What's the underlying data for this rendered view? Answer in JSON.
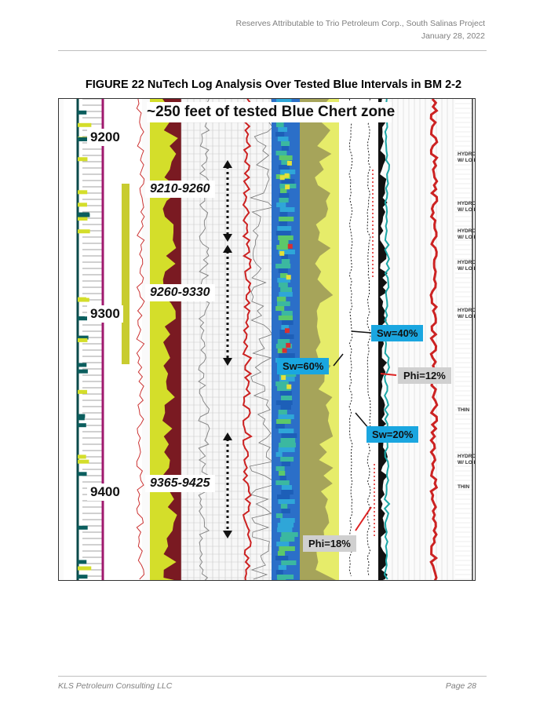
{
  "header": {
    "line1": "Reserves Attributable to Trio Petroleum Corp., South Salinas Project",
    "line2": "January 28, 2022"
  },
  "figure": {
    "title": "FIGURE 22 NuTech Log Analysis Over Tested Blue Intervals in BM 2-2",
    "banner": "~250 feet of tested Blue Chert zone",
    "depths": [
      "9200",
      "9300",
      "9400"
    ],
    "intervals": [
      "9210-9260",
      "9260-9330",
      "9365-9425"
    ],
    "callouts": {
      "sw40": "Sw=40%",
      "sw60": "Sw=60%",
      "sw20": "Sw=20%",
      "phi12": "Phi=12%",
      "phi18": "Phi=18%"
    },
    "track_notes": [
      {
        "l1": "HYDROCARB",
        "l2": "W/ LO PERM"
      },
      {
        "l1": "HYDROCARB",
        "l2": "W/ LO PERM"
      },
      {
        "l1": "HYDROCARB",
        "l2": "W/ LO PERM"
      },
      {
        "l1": "HYDROCARB",
        "l2": "W/ LO PERM"
      },
      {
        "l1": "HYDROCARB",
        "l2": "W/ LO PERM"
      },
      {
        "l1": "THIN",
        "l2": ""
      },
      {
        "l1": "HYDROCARB",
        "l2": "W/ LO PERM"
      },
      {
        "l1": "THIN",
        "l2": ""
      }
    ],
    "colors": {
      "sw_box": "#1aa6e0",
      "phi_box": "#d0d0d0",
      "yellow": "#d4de2a",
      "maroon": "#7a1a22",
      "red": "#d41f2c"
    }
  },
  "footer": {
    "left": "KLS Petroleum Consulting LLC",
    "right": "Page 28"
  }
}
